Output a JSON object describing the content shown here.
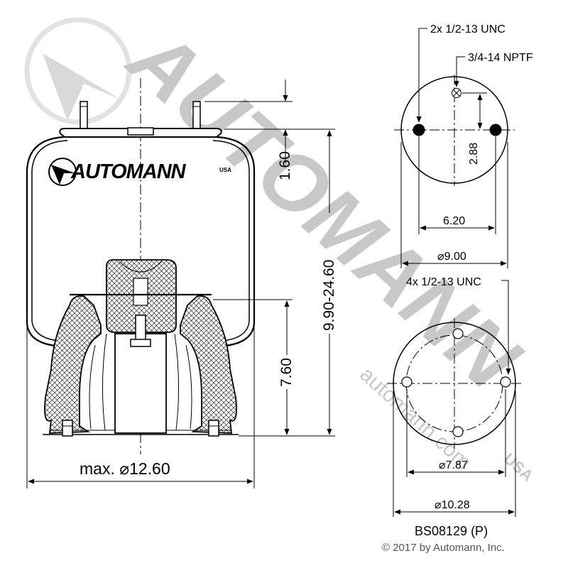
{
  "watermark": {
    "brand_big": "AUTOMANN",
    "site": "automann.com",
    "usa_tag": "USA"
  },
  "logo": {
    "brand": "AUTOMANN",
    "suffix": "USA"
  },
  "dimensions": {
    "top_height": "1.60",
    "height_range": "9.90-24.60",
    "piston_height": "7.60",
    "max_diameter": "max. ⌀12.60",
    "top_bolt_spacing": "6.20",
    "top_diameter": "⌀9.00",
    "top_offset": "2.88",
    "bottom_bolt_circle": "⌀7.87",
    "bottom_diameter": "⌀10.28"
  },
  "callouts": {
    "top_studs": "2x 1/2-13 UNC",
    "air_fitting": "3/4-14 NPTF",
    "bottom_holes": "4x 1/2-13 UNC"
  },
  "part_number": "BS08129 (P)",
  "copyright": "© 2017 by Automann, Inc."
}
